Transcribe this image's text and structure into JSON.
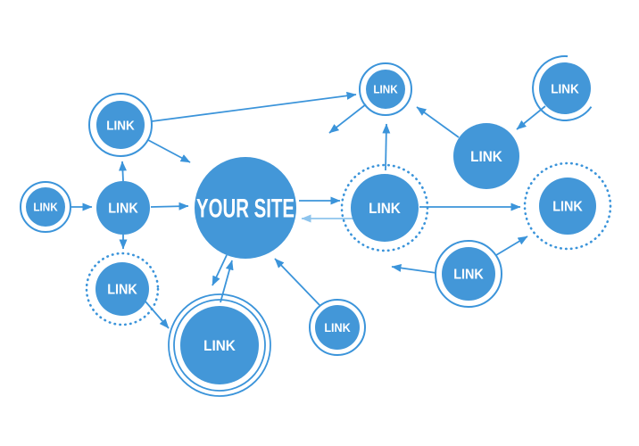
{
  "diagram": {
    "title": "link-network-illustration",
    "center_node": {
      "id": "your-site",
      "label": "YOUR SITE"
    },
    "link_nodes": [
      {
        "id": "top-left",
        "label": "LINK",
        "ring": "solid"
      },
      {
        "id": "far-left",
        "label": "LINK",
        "ring": "solid"
      },
      {
        "id": "mid-left",
        "label": "LINK",
        "ring": "none"
      },
      {
        "id": "bottom-left",
        "label": "LINK",
        "ring": "dotted"
      },
      {
        "id": "bottom-center-large",
        "label": "LINK",
        "ring": "double"
      },
      {
        "id": "bottom-small",
        "label": "LINK",
        "ring": "solid"
      },
      {
        "id": "mid-right",
        "label": "LINK",
        "ring": "dotted"
      },
      {
        "id": "top-center",
        "label": "LINK",
        "ring": "solid"
      },
      {
        "id": "right-large",
        "label": "LINK",
        "ring": "none"
      },
      {
        "id": "top-right",
        "label": "LINK",
        "ring": "open-arc"
      },
      {
        "id": "bottom-right",
        "label": "LINK",
        "ring": "solid"
      },
      {
        "id": "far-right",
        "label": "LINK",
        "ring": "dotted"
      }
    ],
    "edges": [
      {
        "from": "top-left",
        "to": "top-center"
      },
      {
        "from": "top-left",
        "to": "your-site"
      },
      {
        "from": "far-left",
        "to": "mid-left"
      },
      {
        "from": "mid-left",
        "to": "top-left"
      },
      {
        "from": "mid-left",
        "to": "your-site"
      },
      {
        "from": "mid-left",
        "to": "bottom-left"
      },
      {
        "from": "bottom-left",
        "to": "bottom-center-large"
      },
      {
        "from": "bottom-center-large",
        "to": "your-site"
      },
      {
        "from": "your-site",
        "to": "bottom-center-large"
      },
      {
        "from": "bottom-small",
        "to": "your-site"
      },
      {
        "from": "your-site",
        "to": "mid-right"
      },
      {
        "from": "mid-right",
        "to": "your-site",
        "style": "light"
      },
      {
        "from": "mid-right",
        "to": "top-center"
      },
      {
        "from": "mid-right",
        "to": "far-right"
      },
      {
        "from": "top-center",
        "to": "toward-your-site"
      },
      {
        "from": "right-large",
        "to": "top-center"
      },
      {
        "from": "top-right",
        "to": "right-large"
      },
      {
        "from": "bottom-right",
        "to": "toward-your-site"
      },
      {
        "from": "bottom-right",
        "to": "far-right"
      }
    ],
    "colors": {
      "background": "#ffffff",
      "node_fill": "#4397d8",
      "stroke": "#3b94da",
      "arrow_light": "#8ec4ed",
      "label": "#ffffff"
    }
  }
}
